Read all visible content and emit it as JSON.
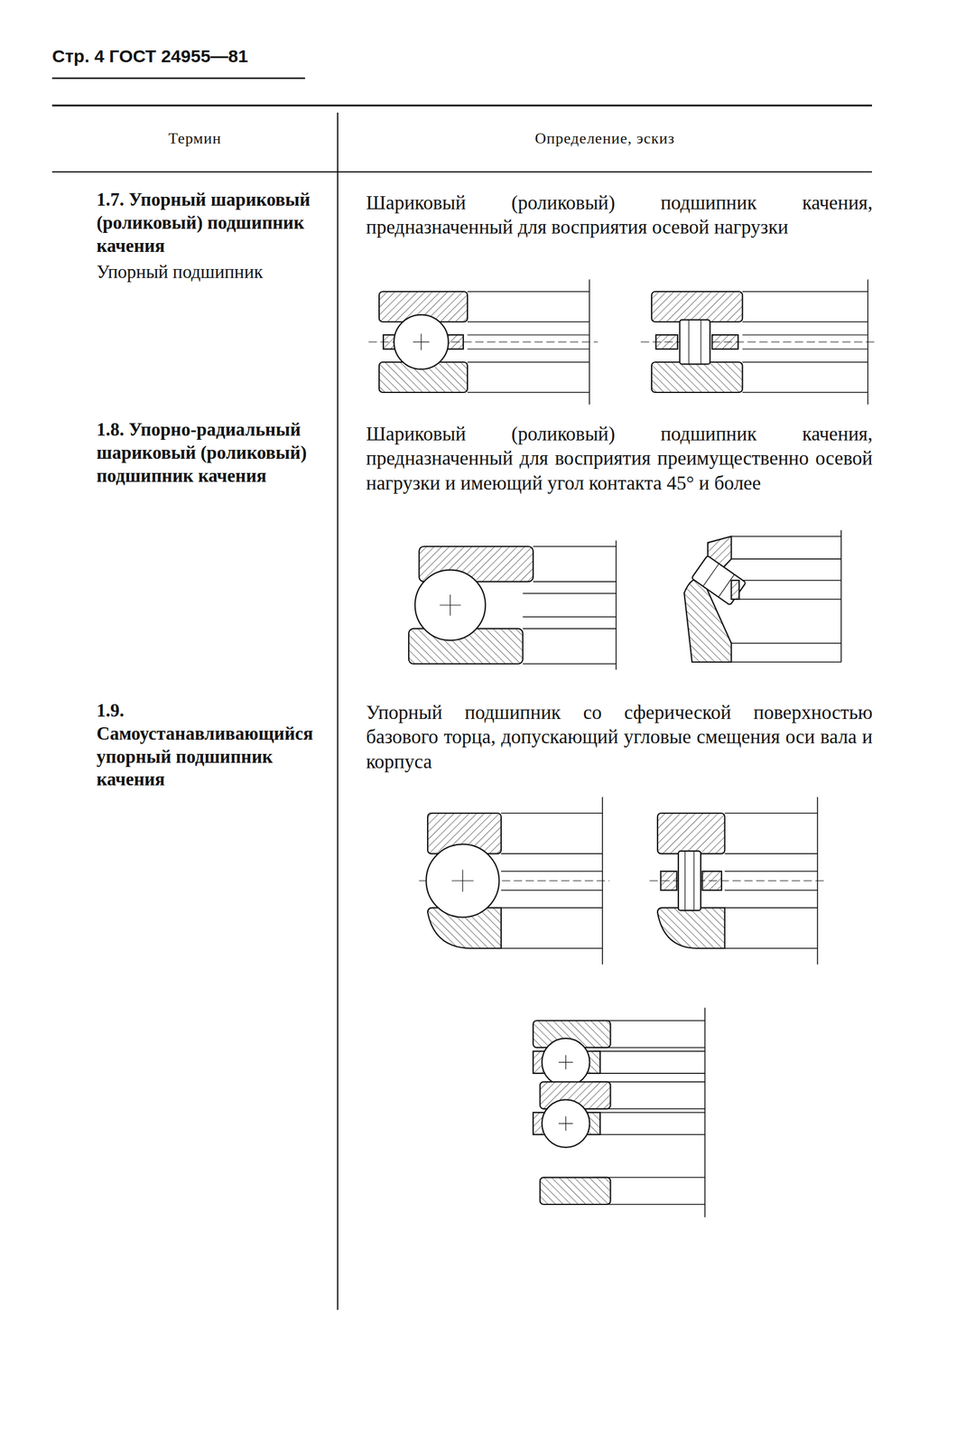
{
  "diagram": {
    "labels": [
      "Стр. 4 ГОСТ 24955—81",
      "Термин",
      "Определение, эскиз",
      "1.7. Упорный шариковый (роликовый) подшипник качения",
      "Упорный подшипник",
      "Шариковый (роликовый) подшипник качения, предназначенный для восприятия осевой нагрузки",
      "1.8. Упорно-радиальный шариковый (роликовый) подшипник качения",
      "Шариковый (роликовый) подшипник качения, предназначенный для восприятия преимущественно осевой нагрузки и имеющий угол контакта 45° и более",
      "1.9. Самоустанавливающийся упорный подшипник качения",
      "Упорный подшипник со сферической поверхностью базового торца, допускающий угловые смещения оси вала и корпуса"
    ]
  }
}
